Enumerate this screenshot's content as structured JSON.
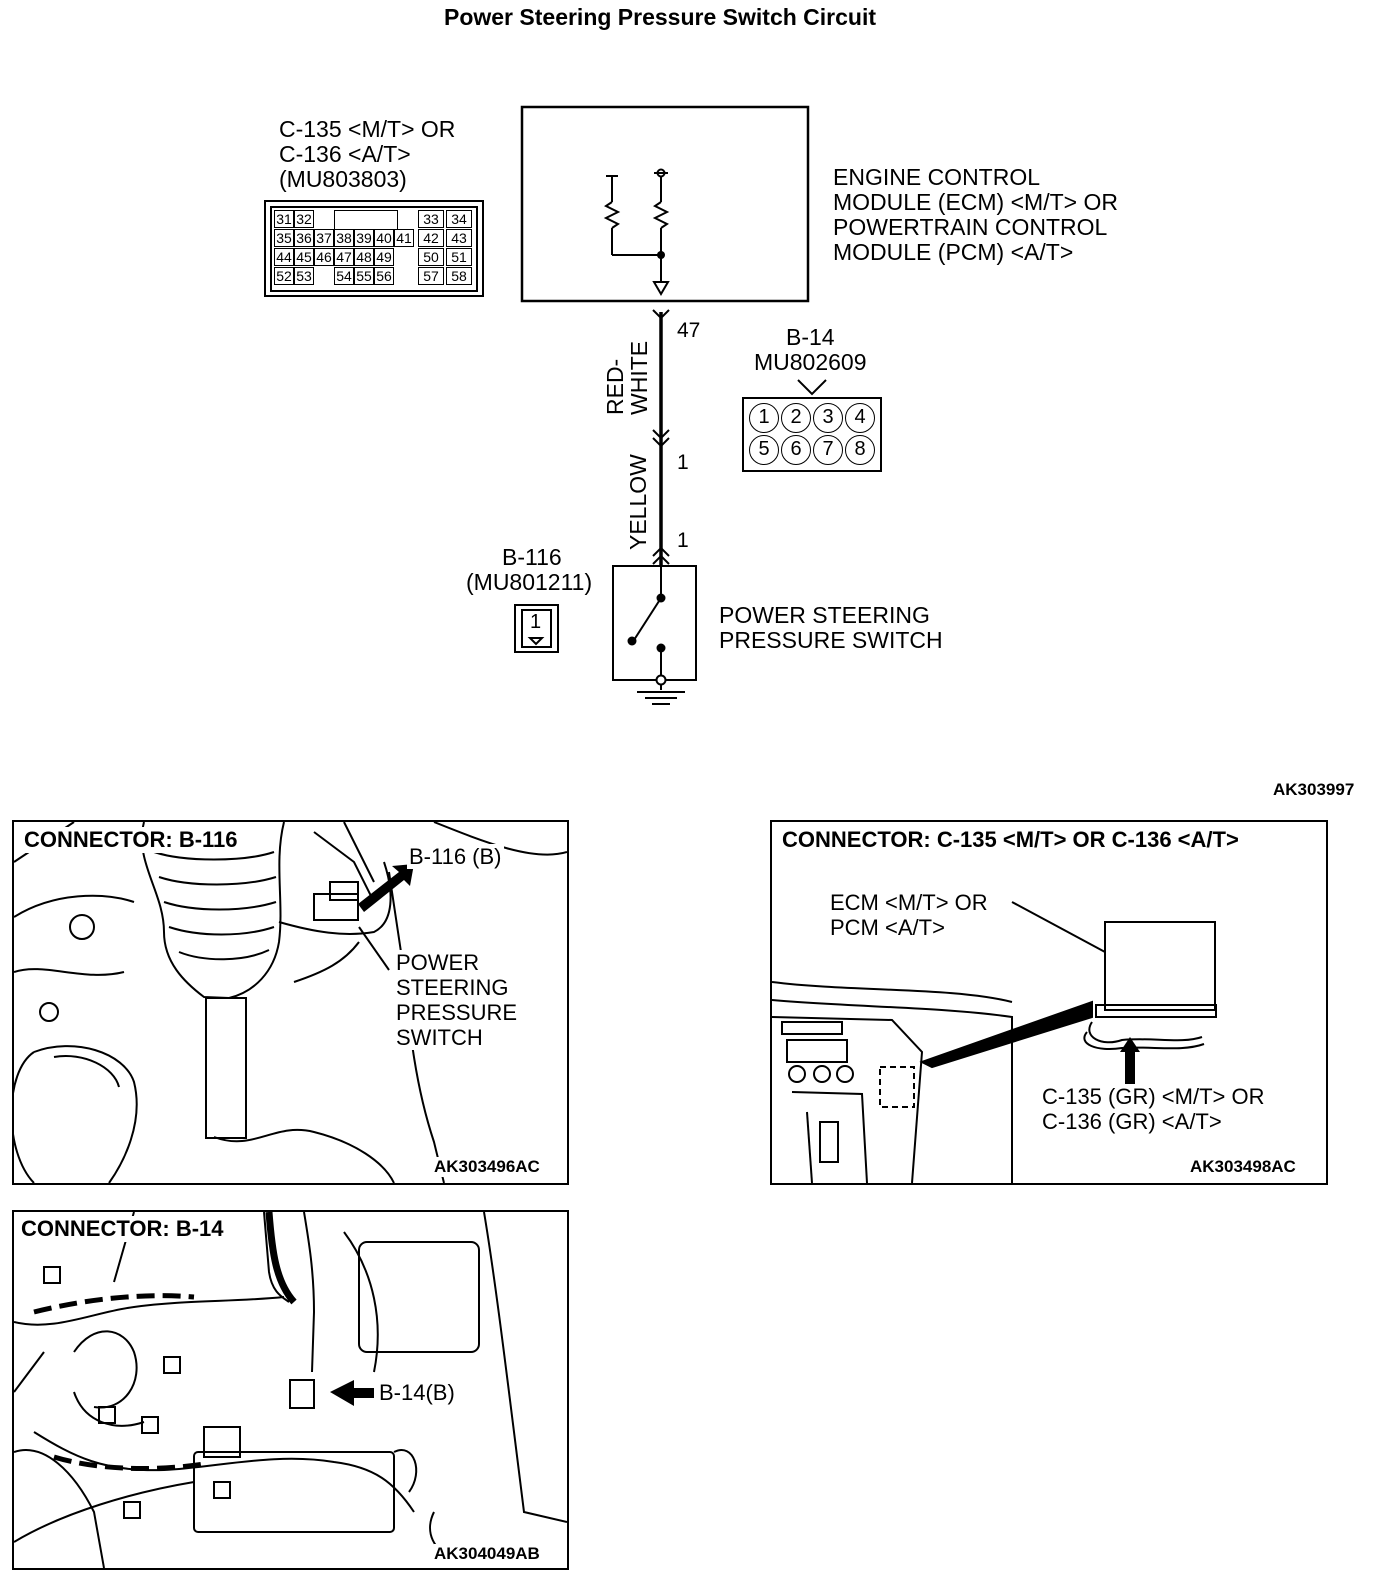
{
  "title": "Power Steering Pressure Switch Circuit",
  "ecm_connector": {
    "line1": "C-135 <M/T> OR",
    "line2": "C-136 <A/T>",
    "part": "(MU803803)",
    "pin_rows": [
      [
        "31",
        "32",
        "",
        "33",
        "34"
      ],
      [
        "35",
        "36",
        "37",
        "38",
        "39",
        "40",
        "41",
        "42",
        "43"
      ],
      [
        "44",
        "45",
        "46",
        "47",
        "48",
        "49",
        "50",
        "51"
      ],
      [
        "52",
        "53",
        "54",
        "55",
        "56",
        "57",
        "58"
      ]
    ]
  },
  "ecm_module": {
    "line1": "ENGINE CONTROL",
    "line2": "MODULE (ECM) <M/T> OR",
    "line3": "POWERTRAIN CONTROL",
    "line4": "MODULE (PCM) <A/T>"
  },
  "wire": {
    "pin_ecm": "47",
    "color_upper_1": "RED-",
    "color_upper_2": "WHITE",
    "pin_b14": "1",
    "color_lower": "YELLOW",
    "pin_switch": "1"
  },
  "b14_connector": {
    "name": "B-14",
    "part": "MU802609",
    "pins": [
      "1",
      "2",
      "3",
      "4",
      "5",
      "6",
      "7",
      "8"
    ]
  },
  "b116_connector": {
    "name": "B-116",
    "part": "(MU801211)",
    "pin": "1"
  },
  "switch": {
    "line1": "POWER STEERING",
    "line2": "PRESSURE SWITCH"
  },
  "diagram_code": "AK303997",
  "panel_b116": {
    "title": "CONNECTOR: B-116",
    "callout": "B-116 (B)",
    "label1": "POWER",
    "label2": "STEERING",
    "label3": "PRESSURE",
    "label4": "SWITCH",
    "code": "AK303496AC"
  },
  "panel_c135": {
    "title": "CONNECTOR: C-135 <M/T> OR C-136 <A/T>",
    "label1": "ECM <M/T> OR",
    "label2": "PCM <A/T>",
    "callout1": "C-135 (GR) <M/T> OR",
    "callout2": "C-136 (GR) <A/T>",
    "code": "AK303498AC"
  },
  "panel_b14": {
    "title": "CONNECTOR: B-14",
    "callout": "B-14(B)",
    "code": "AK304049AB"
  }
}
